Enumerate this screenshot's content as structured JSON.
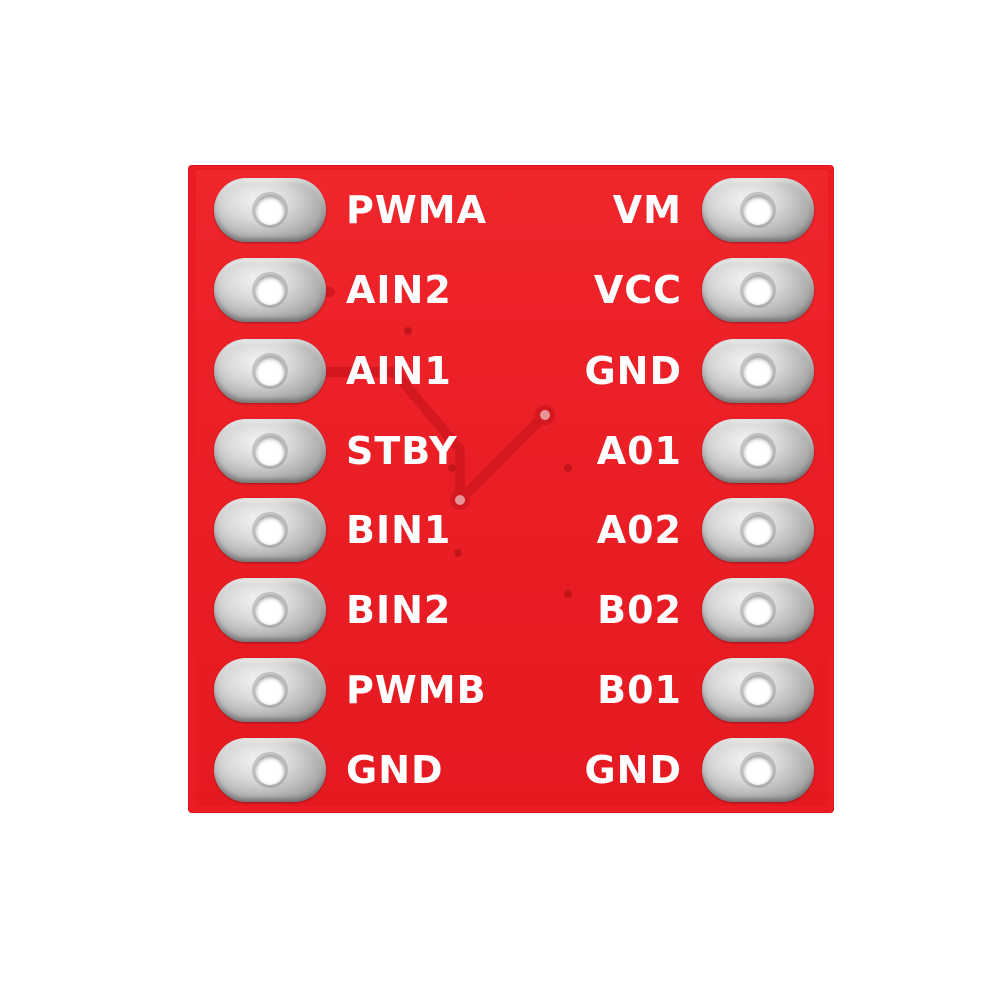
{
  "board": {
    "color": "#ec1c24",
    "pad_color": "#c8c8c8",
    "label_color": "#ffffff"
  },
  "pins_left": [
    "PWMA",
    "AIN2",
    "AIN1",
    "STBY",
    "BIN1",
    "BIN2",
    "PWMB",
    "GND"
  ],
  "pins_right": [
    "VM",
    "VCC",
    "GND",
    "A01",
    "A02",
    "B02",
    "B01",
    "GND"
  ]
}
